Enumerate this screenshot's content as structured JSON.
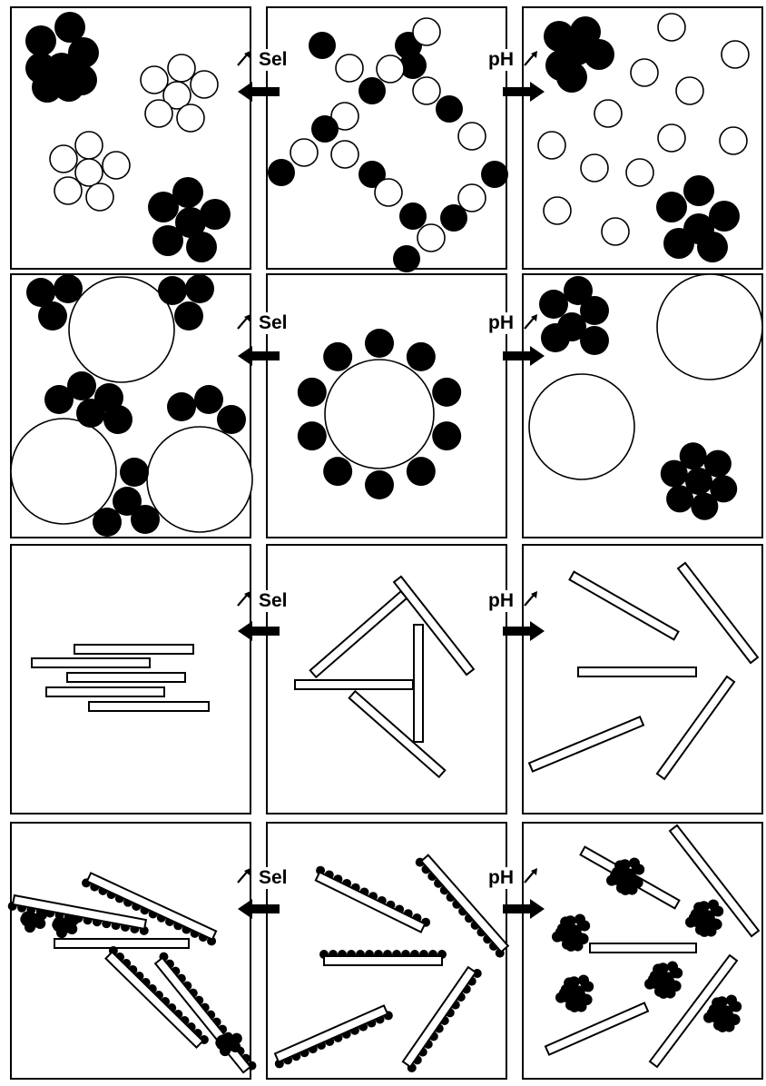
{
  "figure": {
    "rows": [
      {
        "id": "spheres-small",
        "left_label": "Sel",
        "right_label": "pH"
      },
      {
        "id": "spheres-large",
        "left_label": "Sel",
        "right_label": "pH"
      },
      {
        "id": "rods",
        "left_label": "Sel",
        "right_label": "pH"
      },
      {
        "id": "decorated-rods",
        "left_label": "Sel",
        "right_label": "pH"
      }
    ],
    "colors": {
      "line": "#000000",
      "background": "#ffffff",
      "filled_particle": "#000000",
      "open_particle": "#ffffff"
    },
    "icons": [
      "up-right-arrow-icon",
      "left-arrow-icon",
      "right-arrow-icon"
    ]
  }
}
